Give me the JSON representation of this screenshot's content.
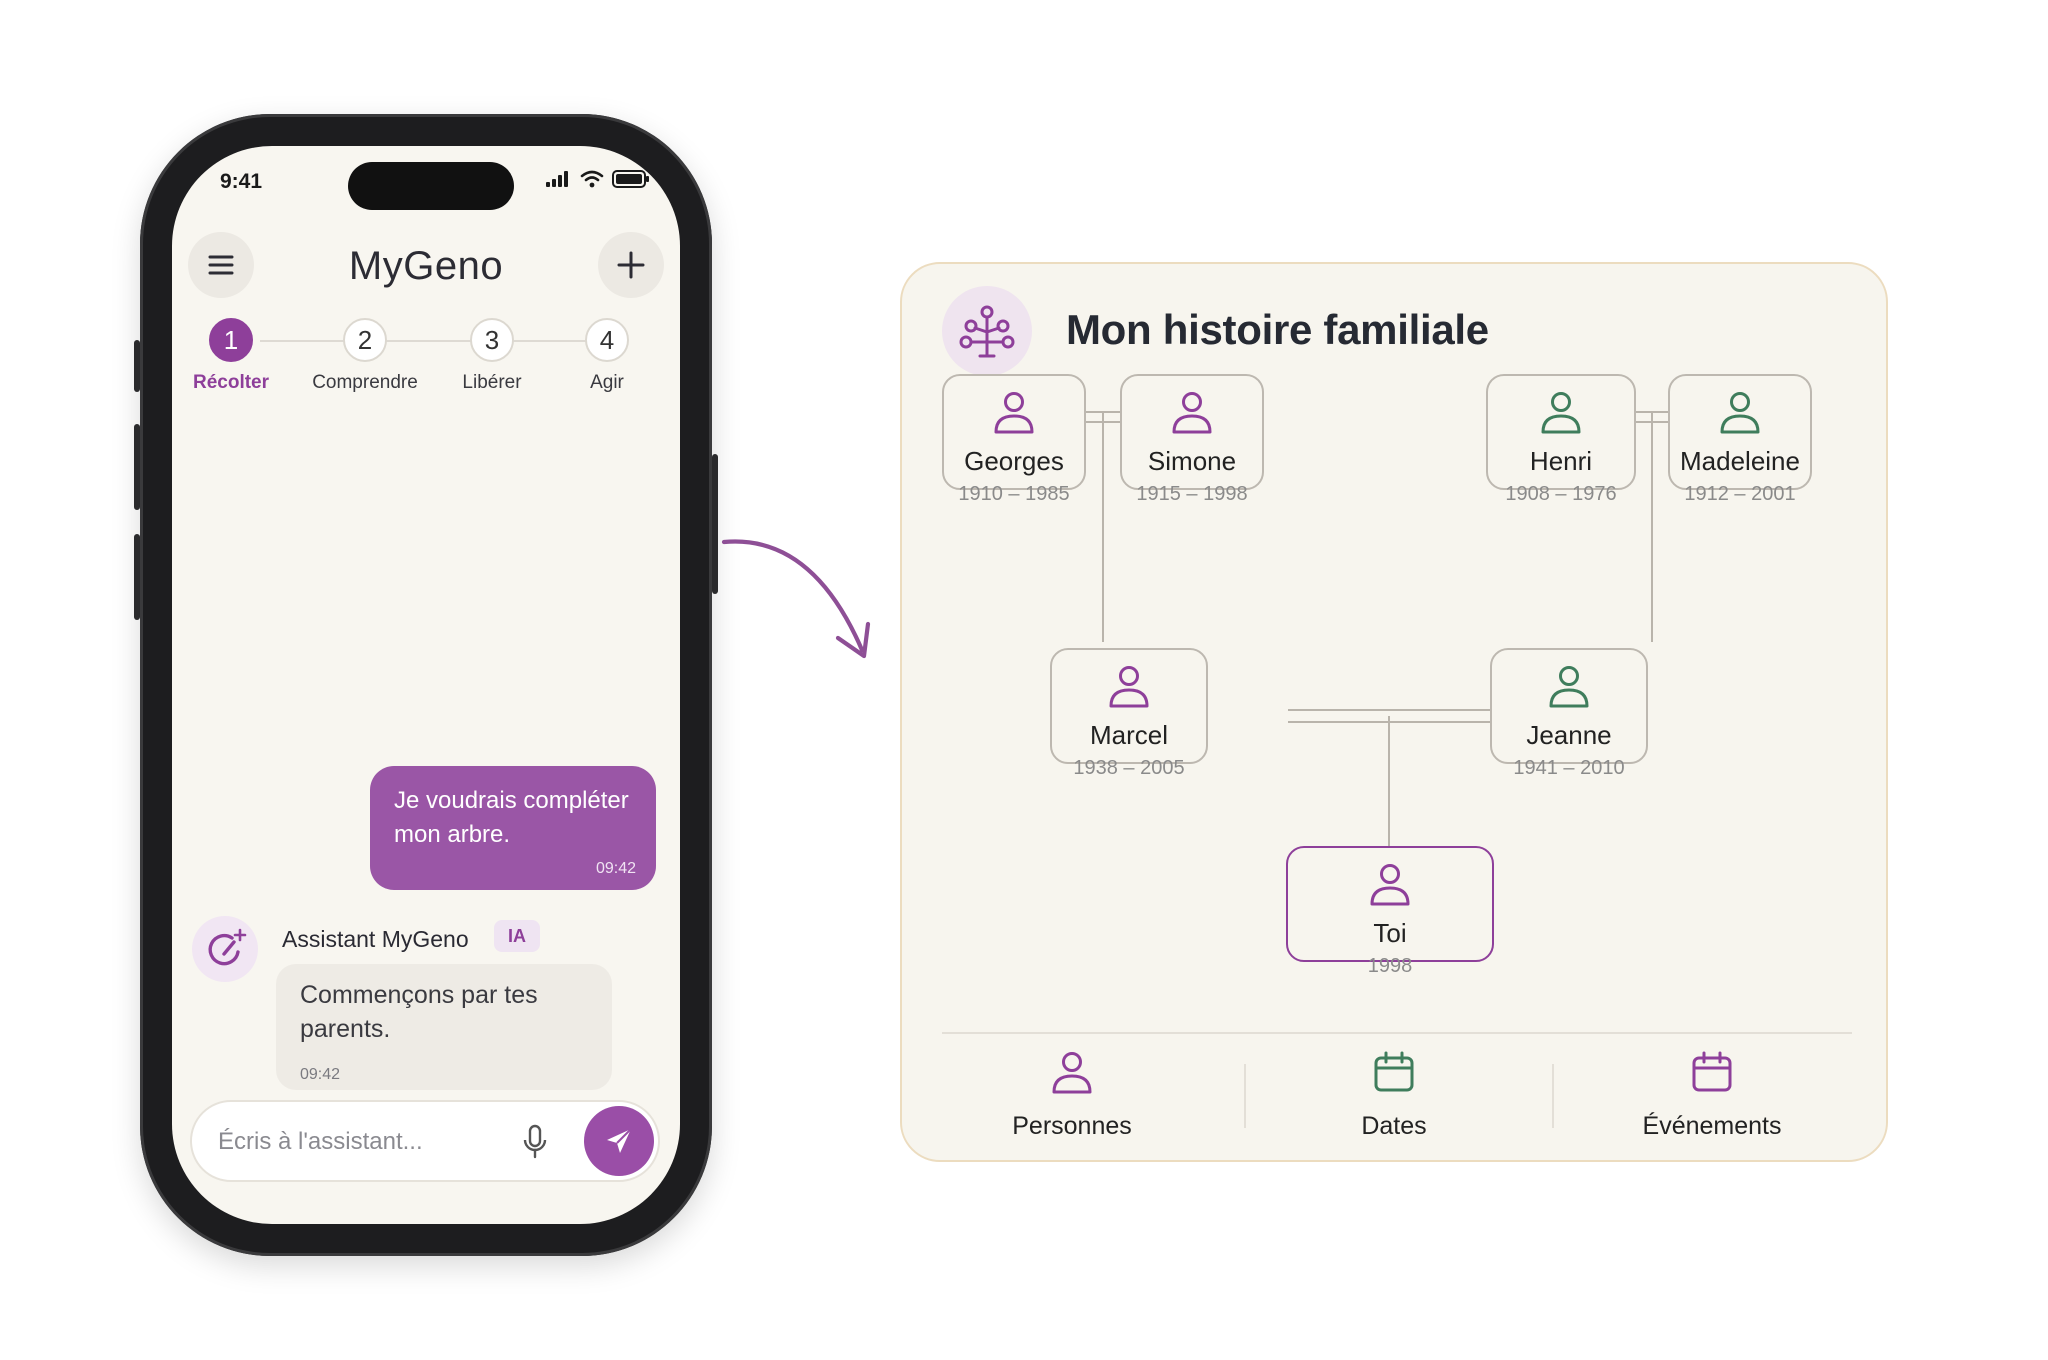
{
  "status": {
    "time": "9:41"
  },
  "app": {
    "title": "MyGeno"
  },
  "steps": [
    {
      "num": "1",
      "label": "Récolter",
      "active": true
    },
    {
      "num": "2",
      "label": "Comprendre",
      "active": false
    },
    {
      "num": "3",
      "label": "Libérer",
      "active": false
    },
    {
      "num": "4",
      "label": "Agir",
      "active": false
    }
  ],
  "chat": {
    "user_message": {
      "text": "Je voudrais compléter mon arbre.",
      "time": "09:42"
    },
    "assistant": {
      "name": "Assistant MyGeno",
      "badge": "IA"
    },
    "bot_message": {
      "text": "Commençons par tes parents.",
      "time": "09:42"
    },
    "input_placeholder": "Écris à l'assistant..."
  },
  "tree": {
    "title": "Mon histoire familiale",
    "people": [
      {
        "id": "georges",
        "name": "Georges",
        "dates": "1910 – 1985",
        "color": "#8e3f9a"
      },
      {
        "id": "simone",
        "name": "Simone",
        "dates": "1915 – 1998",
        "color": "#8e3f9a"
      },
      {
        "id": "henri",
        "name": "Henri",
        "dates": "1908 – 1976",
        "color": "#3f7d5c"
      },
      {
        "id": "madeleine",
        "name": "Madeleine",
        "dates": "1912 – 2001",
        "color": "#3f7d5c"
      },
      {
        "id": "marcel",
        "name": "Marcel",
        "dates": "1938 – 2005",
        "color": "#8e3f9a"
      },
      {
        "id": "jeanne",
        "name": "Jeanne",
        "dates": "1941 – 2010",
        "color": "#3f7d5c"
      },
      {
        "id": "toi",
        "name": "Toi",
        "dates": "1998",
        "color": "#8e3f9a"
      }
    ],
    "tabs": [
      {
        "label": "Personnes",
        "icon": "person-icon"
      },
      {
        "label": "Dates",
        "icon": "calendar-icon"
      },
      {
        "label": "Événements",
        "icon": "calendar-icon"
      }
    ]
  },
  "colors": {
    "accent": "#8e3f9a",
    "green": "#3f7d5c",
    "background": "#f8f6f0"
  }
}
